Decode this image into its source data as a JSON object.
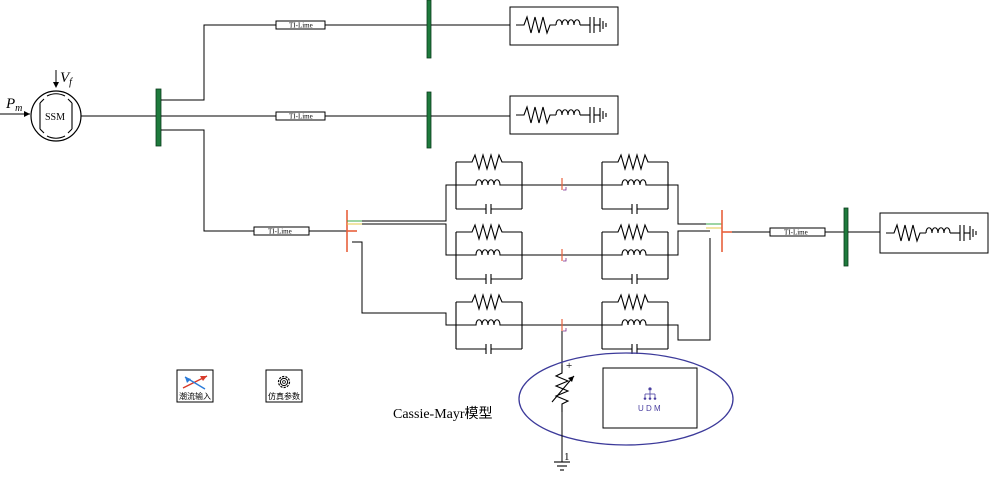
{
  "generator": {
    "label": "SSM",
    "input_p": "P",
    "input_p_sub": "m",
    "input_v": "V",
    "input_v_sub": "f"
  },
  "lines": {
    "tl1": "TI-Lime",
    "tl2": "TI-Lime",
    "tl3": "TI-Lime",
    "tl4": "TI-Lime"
  },
  "arc_model": {
    "label": "Cassie-Mayr模型",
    "udm_label": "U D M",
    "plus_sign": "+",
    "ground_index": "1"
  },
  "buttons": {
    "power_flow": "潮流输入",
    "sim_params": "仿真参数"
  },
  "colors": {
    "bus": "#1e7a3c",
    "breaker": "#e8603c",
    "ellipse": "#3c3a9a",
    "udm": "#4a3fa0"
  },
  "icons": {
    "power_flow": "crossed-arrows-icon",
    "sim_params": "gear-icon"
  }
}
